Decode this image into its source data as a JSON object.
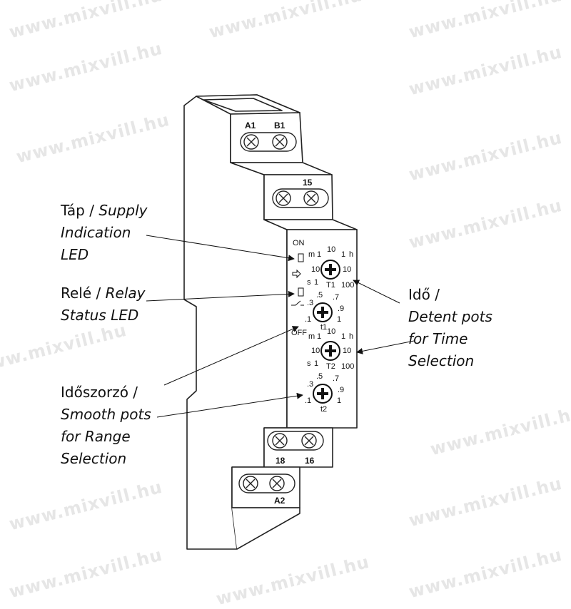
{
  "watermark": "www.mixvill.hu",
  "terminals": {
    "a1": "A1",
    "b1": "B1",
    "t15": "15",
    "t18": "18",
    "t16": "16",
    "a2": "A2"
  },
  "panel": {
    "on": "ON",
    "off": "OFF",
    "t1": "T1",
    "t2": "T2",
    "t1_small": "t1",
    "t2_small": "t2",
    "range_m": "m",
    "range_h": "h",
    "range_s": "s",
    "detent_ticks": [
      "1",
      "10",
      "1",
      "10",
      "10",
      "1",
      "100"
    ],
    "smooth_ticks": [
      ".1",
      ".3",
      ".5",
      ".7",
      ".9",
      "1"
    ]
  },
  "labels": {
    "supply": {
      "hu": "Táp /",
      "en1": "Supply",
      "en2": "Indication",
      "en3": "LED"
    },
    "relay": {
      "hu": "Relé /",
      "en1": "Relay",
      "en2": "Status LED"
    },
    "time": {
      "hu": "Idő /",
      "en1": "Detent pots",
      "en2": "for Time",
      "en3": "Selection"
    },
    "range": {
      "hu": "Időszorzó /",
      "en1": "Smooth pots",
      "en2": "for Range",
      "en3": "Selection"
    }
  }
}
